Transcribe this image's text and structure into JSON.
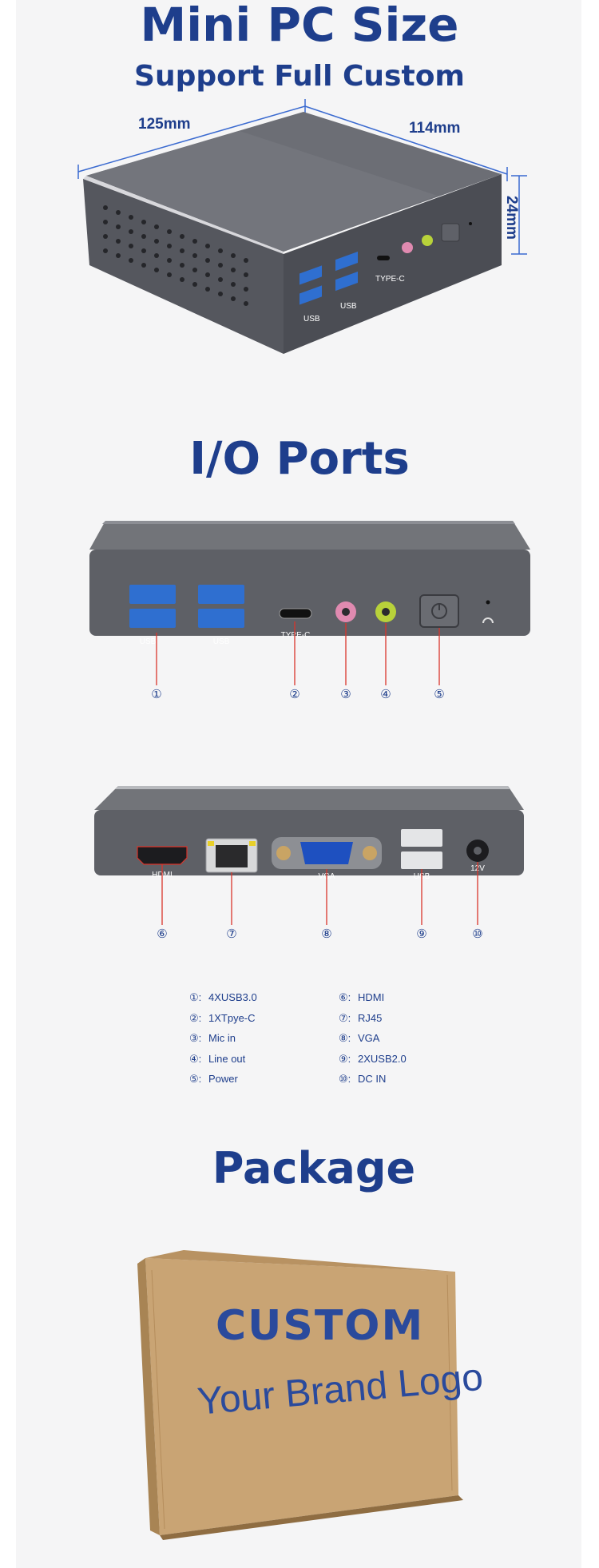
{
  "header": {
    "title": "Mini PC Size",
    "subtitle": "Support Full Custom"
  },
  "dimensions": {
    "length": "125mm",
    "width": "114mm",
    "height": "24mm"
  },
  "front_panel_labels": {
    "usb_a": "USB",
    "usb_b": "USB",
    "type_c": "TYPE-C"
  },
  "io_section": {
    "title": "I/O Ports"
  },
  "front_ports": {
    "usb_left": "USB",
    "usb_right": "USB",
    "type_c": "TYPE-C",
    "callouts": [
      "①",
      "②",
      "③",
      "④",
      "⑤"
    ]
  },
  "rear_ports": {
    "hdmi": "HDMI",
    "vga": "VGA",
    "usb": "USB",
    "dc": "12V",
    "callouts": [
      "⑥",
      "⑦",
      "⑧",
      "⑨",
      "⑩"
    ]
  },
  "legend_left": [
    {
      "num": "①:",
      "text": "4XUSB3.0"
    },
    {
      "num": "②:",
      "text": "1XTpye-C"
    },
    {
      "num": "③:",
      "text": "Mic in"
    },
    {
      "num": "④:",
      "text": "Line out"
    },
    {
      "num": "⑤:",
      "text": "Power"
    }
  ],
  "legend_right": [
    {
      "num": "⑥:",
      "text": "HDMI"
    },
    {
      "num": "⑦:",
      "text": "RJ45"
    },
    {
      "num": "⑧:",
      "text": "VGA"
    },
    {
      "num": "⑨:",
      "text": "2XUSB2.0"
    },
    {
      "num": "⑩:",
      "text": "DC IN"
    }
  ],
  "package": {
    "title": "Package",
    "box_line1": "CUSTOM",
    "box_line2": "Your Brand Logo"
  },
  "colors": {
    "accent": "#1e3e8c",
    "case": "#5d5f66",
    "usb_blue": "#2f6fd0",
    "mic_pink": "#e08ab0",
    "line_green": "#b8d23a",
    "cardboard": "#c9a474",
    "callout_line": "#d9342b"
  }
}
